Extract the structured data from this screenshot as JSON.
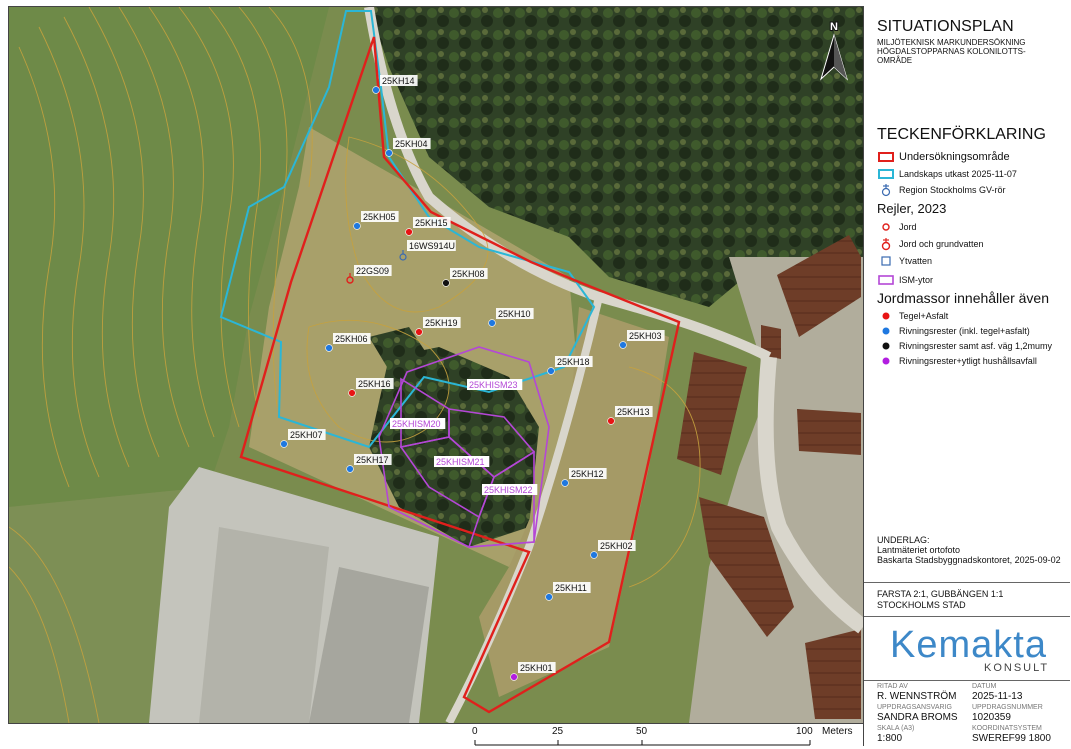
{
  "map": {
    "north_label": "N",
    "points": [
      {
        "id": "25KH14",
        "cat": "rivning"
      },
      {
        "id": "25KH04",
        "cat": "rivning"
      },
      {
        "id": "25KH05",
        "cat": "rivning"
      },
      {
        "id": "25KH15",
        "cat": "tegel"
      },
      {
        "id": "16WS914U",
        "cat": "gv"
      },
      {
        "id": "22GS09",
        "cat": "jord"
      },
      {
        "id": "25KH08",
        "cat": "asfalt"
      },
      {
        "id": "25KH19",
        "cat": "tegel"
      },
      {
        "id": "25KH10",
        "cat": "rivning"
      },
      {
        "id": "25KH06",
        "cat": "rivning"
      },
      {
        "id": "25KH03",
        "cat": "rivning"
      },
      {
        "id": "25KH18",
        "cat": "rivning"
      },
      {
        "id": "25KH16",
        "cat": "tegel"
      },
      {
        "id": "25KH13",
        "cat": "tegel"
      },
      {
        "id": "25KH07",
        "cat": "rivning"
      },
      {
        "id": "25KH17",
        "cat": "rivning"
      },
      {
        "id": "25KH12",
        "cat": "rivning"
      },
      {
        "id": "25KH02",
        "cat": "rivning"
      },
      {
        "id": "25KH11",
        "cat": "rivning"
      },
      {
        "id": "25KH01",
        "cat": "hushall"
      }
    ],
    "ism_labels": [
      "25KHISM23",
      "25KHISM20",
      "25KHISM21",
      "25KHISM22"
    ]
  },
  "panel": {
    "title": "SITUATIONSPLAN",
    "subtitle": [
      "MILJÖTEKNISK MARKUNDERSÖKNING",
      "HÖGDALSTOPPARNAS KOLONILOTTS-",
      "OMRÅDE"
    ],
    "legend_title": "TECKENFÖRKLARING",
    "legend_a": [
      {
        "sym": "red-rect",
        "label": "Undersökningsområde",
        "big": true
      },
      {
        "sym": "cyan-rect",
        "label": "Landskaps utkast 2025-11-07"
      },
      {
        "sym": "gv-icon",
        "label": "Region Stockholms GV-rör"
      }
    ],
    "rejler_title": "Rejler, 2023",
    "legend_b": [
      {
        "sym": "ring-red",
        "label": "Jord"
      },
      {
        "sym": "ring-red-gv",
        "label": "Jord och grundvatten"
      },
      {
        "sym": "square-blue",
        "label": "Ytvatten"
      }
    ],
    "ism_label": "ISM-ytor",
    "jord_title": "Jordmassor innehåller även",
    "legend_c": [
      {
        "color": "#e81414",
        "label": "Tegel+Asfalt"
      },
      {
        "color": "#1f78e0",
        "label": "Rivningsrester (inkl. tegel+asfalt)"
      },
      {
        "color": "#111111",
        "label": "Rivningsrester samt asf. väg 1,2mumy"
      },
      {
        "color": "#b21ee0",
        "label": "Rivningsrester+ytligt hushållsavfall"
      }
    ],
    "underlag_title": "UNDERLAG:",
    "underlag_lines": [
      "Lantmäteriet ortofoto",
      "Baskarta Stadsbyggnadskontoret, 2025-09-02"
    ],
    "place_lines": [
      "FARSTA 2:1, GUBBÄNGEN 1:1",
      "STOCKHOLMS STAD"
    ],
    "logo_main": "Kemakta",
    "logo_sub": "KONSULT",
    "info": [
      {
        "label": "RITAD AV",
        "value": "R. WENNSTRÖM"
      },
      {
        "label": "DATUM",
        "value": "2025-11-13"
      },
      {
        "label": "UPPDRAGSANSVARIG",
        "value": "SANDRA BROMS"
      },
      {
        "label": "UPPDRAGSNUMMER",
        "value": "1020359"
      },
      {
        "label": "SKALA (A3)",
        "value": "1:800"
      },
      {
        "label": "KOORDINATSYSTEM",
        "value": "SWEREF99 1800"
      }
    ]
  },
  "scale": {
    "ticks": [
      "0",
      "25",
      "50",
      "100"
    ],
    "unit": "Meters"
  },
  "colors": {
    "boundary": "#e0201c",
    "landskap": "#2bb6d6",
    "ism": "#b447d6"
  }
}
